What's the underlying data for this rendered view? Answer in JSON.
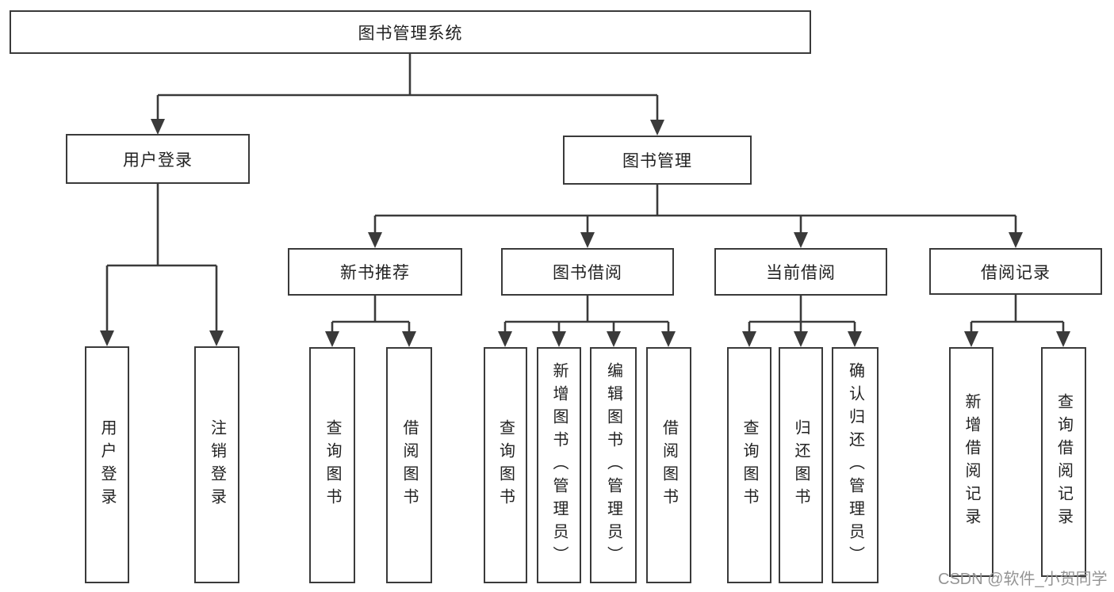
{
  "diagram": {
    "title": "图书管理系统",
    "root": {
      "label": "图书管理系统"
    },
    "level2": [
      {
        "label": "用户登录"
      },
      {
        "label": "图书管理"
      }
    ],
    "level3": [
      {
        "label": "新书推荐"
      },
      {
        "label": "图书借阅"
      },
      {
        "label": "当前借阅"
      },
      {
        "label": "借阅记录"
      }
    ],
    "leaves": {
      "user": [
        "用户登录",
        "注销登录"
      ],
      "recommend": [
        "查询图书",
        "借阅图书"
      ],
      "borrow": [
        "查询图书",
        "新增图书（管理员）",
        "编辑图书（管理员）",
        "借阅图书"
      ],
      "current": [
        "查询图书",
        "归还图书",
        "确认归还（管理员）"
      ],
      "records": [
        "新增借阅记录",
        "查询借阅记录"
      ]
    }
  },
  "watermark": {
    "text": "CSDN @软件_小贺同学"
  },
  "colors": {
    "line": "#3a3a3a",
    "text": "#222222",
    "watermark": "#949494",
    "background": "#ffffff"
  }
}
